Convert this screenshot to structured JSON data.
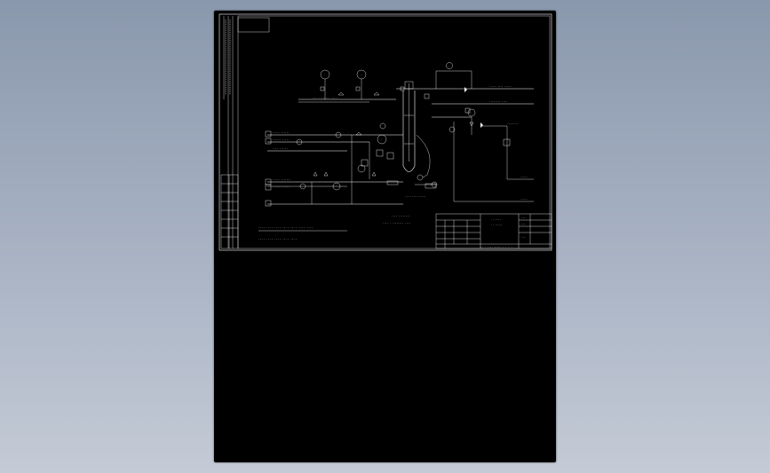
{
  "viewer": {
    "background_top": "#8a98ad",
    "background_bottom": "#c4cbd6",
    "sheet_color": "#000000",
    "line_color": "#ffffff"
  },
  "drawing": {
    "sheet_type": "process-flow-diagram",
    "title_block": {
      "rows": 6,
      "columns": 4
    },
    "notes_line_1": "···· ···· ···· ···· ···· ···· ····",
    "notes_line_2": "···· ···· ···· ···· ····",
    "caption": "···· ········"
  }
}
